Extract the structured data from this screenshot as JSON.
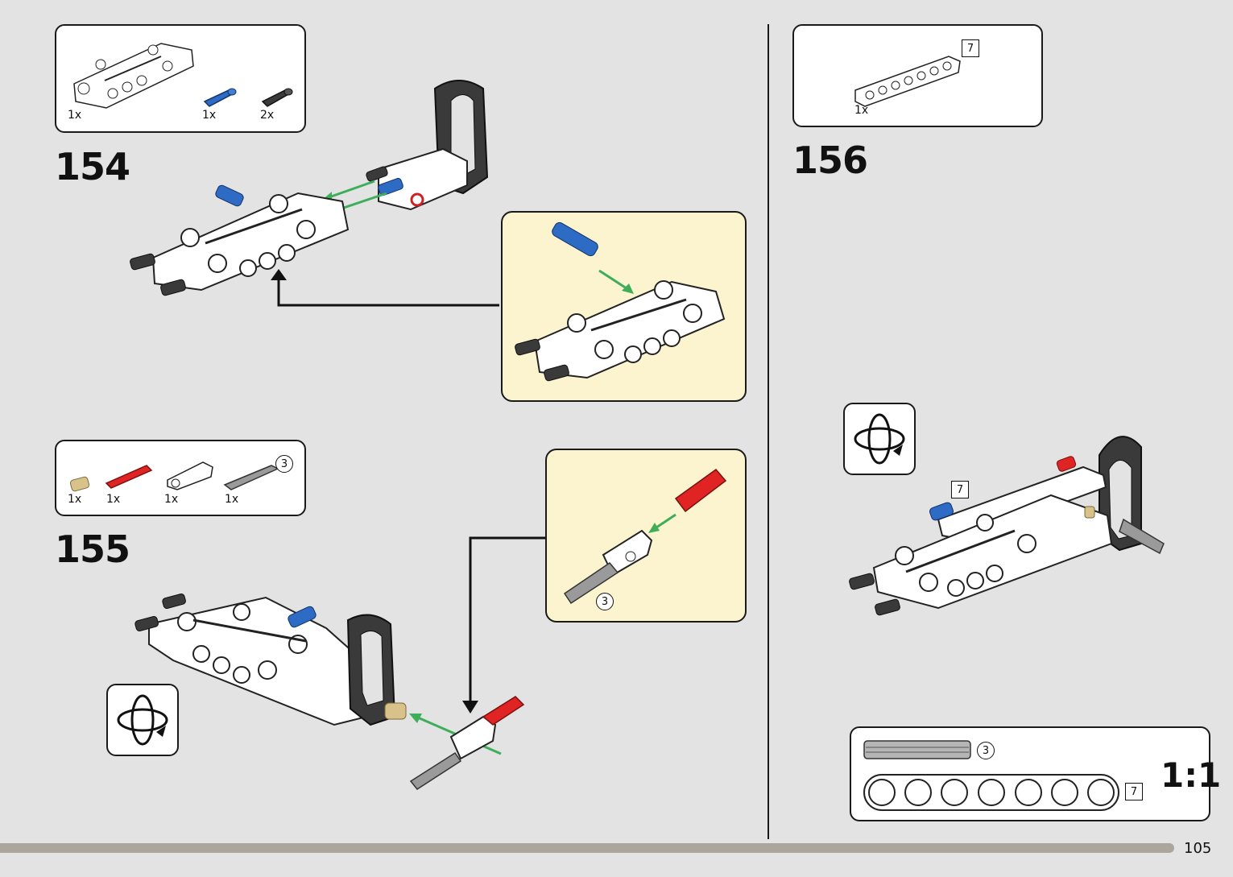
{
  "steps": {
    "s154": {
      "number": "154",
      "parts": [
        {
          "name": "white-frame-part",
          "qty": "1x"
        },
        {
          "name": "blue-pin-part",
          "qty": "1x"
        },
        {
          "name": "black-pin-part",
          "qty": "2x"
        }
      ]
    },
    "s155": {
      "number": "155",
      "parts": [
        {
          "name": "tan-bush-part",
          "qty": "1x"
        },
        {
          "name": "red-axle-pin-part",
          "qty": "1x"
        },
        {
          "name": "white-connector-part",
          "qty": "1x"
        },
        {
          "name": "gray-axle-part",
          "qty": "1x"
        }
      ],
      "axle_length": "3",
      "callout_axle_length": "3"
    },
    "s156": {
      "number": "156",
      "parts": [
        {
          "name": "white-beam-part",
          "qty": "1x"
        }
      ],
      "beam_length": "7",
      "model_beam_length": "7"
    }
  },
  "scale_ruler": {
    "label": "1:1",
    "axle_length": "3",
    "beam_length": "7"
  },
  "page_number": "105",
  "colors": {
    "background": "#e3e3e3",
    "callout": "#fbf4cf",
    "arrow_green": "#3fae5a",
    "blue": "#2d6bc4",
    "red": "#e02424",
    "tan": "#d9c28a",
    "dark_gray": "#3a3a3a",
    "footer": "#aba59d"
  },
  "icons": [
    "rotate-model-icon",
    "rotate-model-icon"
  ]
}
